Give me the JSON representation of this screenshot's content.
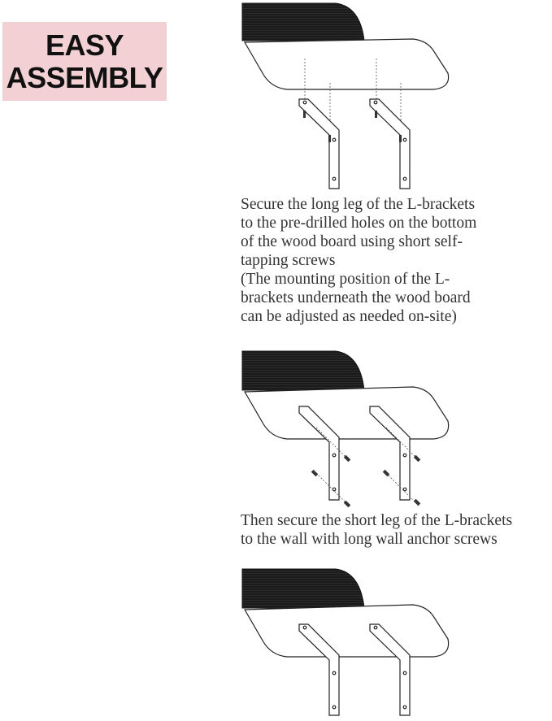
{
  "badge": {
    "line1": "EASY",
    "line2": "ASSEMBLY",
    "bg_color": "#f2d0d3"
  },
  "steps": [
    {
      "lines": [
        "Secure the long leg of the L-brackets",
        "to the pre-drilled holes on the bottom",
        "of the wood board using short self-",
        "tapping screws",
        "(The mounting position of the L-",
        "brackets underneath the wood board",
        "can be adjusted as needed on-site)"
      ]
    },
    {
      "lines": [
        "Then secure the short leg of the L-brackets",
        "to the wall with long wall anchor screws"
      ]
    }
  ],
  "colors": {
    "ink": "#111111",
    "text": "#333333"
  }
}
